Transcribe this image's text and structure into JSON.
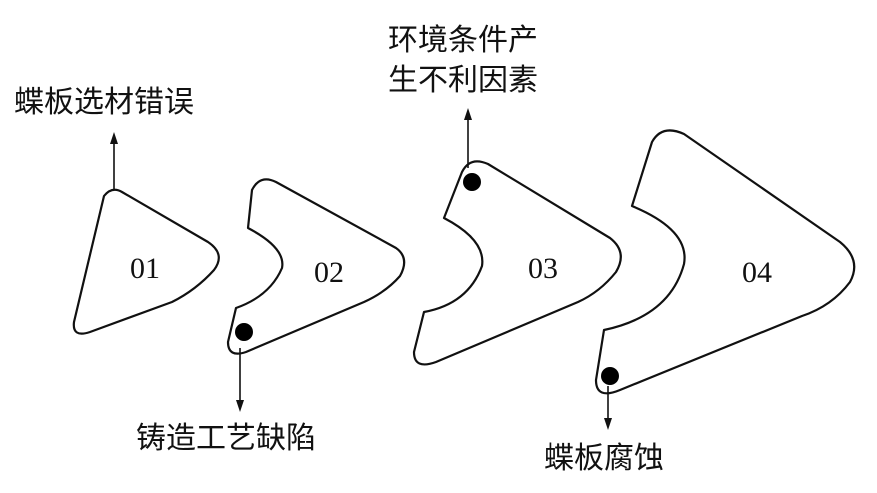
{
  "steps": [
    {
      "id": "01"
    },
    {
      "id": "02"
    },
    {
      "id": "03"
    },
    {
      "id": "04"
    }
  ],
  "labels": {
    "step1": "蝶板选材错误",
    "step2": "铸造工艺缺陷",
    "step3_line1": "环境条件产",
    "step3_line2": "生不利因素",
    "step4": "蝶板腐蚀"
  }
}
